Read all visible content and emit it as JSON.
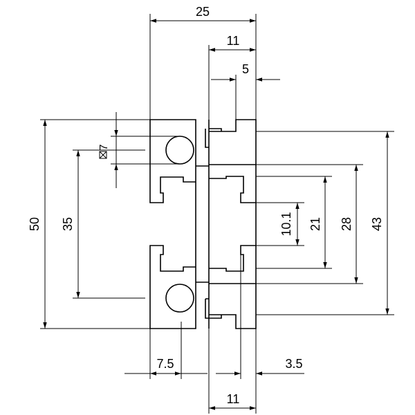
{
  "dimensions": {
    "top_width": "25",
    "top_inner": "11",
    "top_slot": "5",
    "bore_dia": "7",
    "height_total": "50",
    "bore_pitch": "35",
    "slot_inner": "10.1",
    "slot_mid": "21",
    "slot_outer": "28",
    "height_right": "43",
    "bottom_left": "7.5",
    "bottom_right": "3.5",
    "bottom_inner": "11"
  }
}
